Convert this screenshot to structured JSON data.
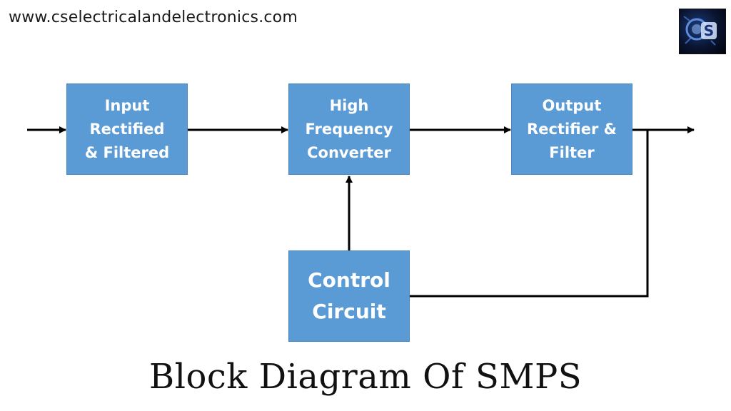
{
  "header": {
    "website": "www.cselectricalandelectronics.com",
    "logo_text": "S"
  },
  "blocks": {
    "input": "Input\nRectified\n& Filtered",
    "converter": "High\nFrequency\nConverter",
    "output": "Output\nRectifier &\nFilter",
    "control": "Control\nCircuit"
  },
  "title": "Block Diagram Of SMPS",
  "colors": {
    "block_fill": "#5b9bd5",
    "block_text": "#ffffff",
    "line": "#000000"
  }
}
